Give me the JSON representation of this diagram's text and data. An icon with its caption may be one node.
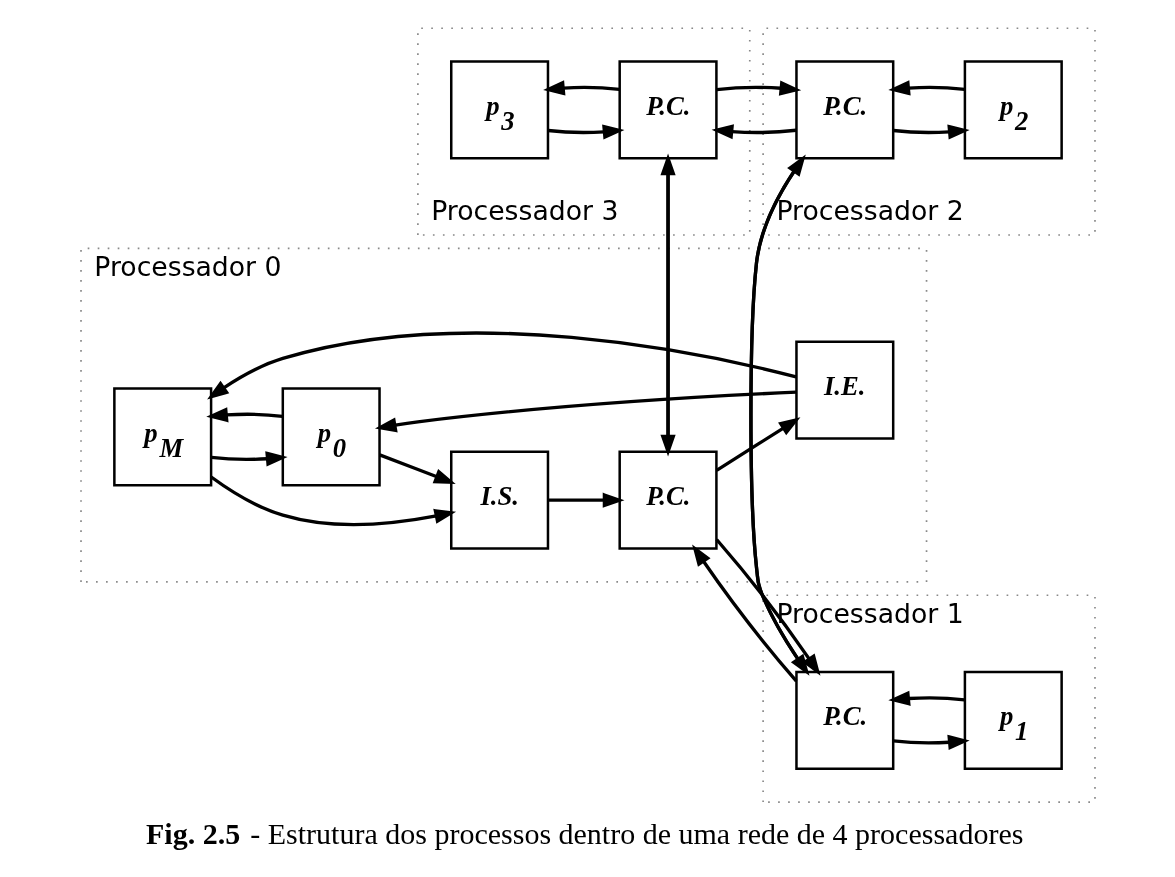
{
  "diagram": {
    "caption": "**Fig. 2.5** - Estrutura dos processos dentro de uma rede de 4 processadores",
    "nodes": [
      {
        "text": [
          "Processador 0"
        ]
      },
      {
        "text": [
          "p$_{M}$"
        ],
        "in": 0
      },
      {
        "text": [
          "I.E."
        ],
        "in": 0
      },
      {
        "text": [
          "p$_{0}$"
        ],
        "in": 0
      },
      {
        "text": [
          "I.S."
        ],
        "in": 0
      },
      {
        "text": [
          "P.C."
        ],
        "in": 0
      },
      {
        "text": [
          "Processador 1"
        ]
      },
      {
        "text": [
          "P.C."
        ],
        "in": 6
      },
      {
        "text": [
          "p$_{1}$"
        ],
        "in": 6
      },
      {
        "text": [
          "Processador 3"
        ]
      },
      {
        "text": [
          "p$_{3}$"
        ],
        "in": 9
      },
      {
        "text": [
          "P.C."
        ],
        "in": 9
      },
      {
        "text": [
          "Processador 2"
        ]
      },
      {
        "text": [
          "P.C."
        ],
        "in": 12
      },
      {
        "text": [
          "p$_{2}$"
        ],
        "in": 12
      }
    ],
    "edges": [
      {
        "from": 2,
        "to": 1,
        "arrow": "to"
      },
      {
        "from": 2,
        "to": 3,
        "arrow": "to"
      },
      {
        "from": 1,
        "to": 4,
        "arrow": "to"
      },
      {
        "from": 3,
        "to": 4,
        "arrow": "to"
      },
      {
        "from": 3,
        "to": 1,
        "arrow": "to"
      },
      {
        "from": 1,
        "to": 3,
        "arrow": "to"
      },
      {
        "from": 5,
        "to": 2,
        "arrow": "to"
      },
      {
        "from": 4,
        "to": 5,
        "arrow": "to"
      },
      {
        "from": 7,
        "to": 5,
        "arrow": "to"
      },
      {
        "from": 5,
        "to": 7,
        "arrow": "to"
      },
      {
        "from": 7,
        "to": 8,
        "arrow": "to"
      },
      {
        "from": 8,
        "to": 7,
        "arrow": "to"
      },
      {
        "from": 5,
        "to": 11,
        "arrow": "to"
      },
      {
        "from": 11,
        "to": 5,
        "arrow": "to"
      },
      {
        "from": 7,
        "to": 13,
        "arrow": "to"
      },
      {
        "from": 13,
        "to": 7,
        "arrow": "to"
      },
      {
        "from": 13,
        "to": 11,
        "arrow": "to"
      },
      {
        "from": 11,
        "to": 13,
        "arrow": "to"
      },
      {
        "from": 13,
        "to": 14,
        "arrow": "to"
      },
      {
        "from": 14,
        "to": 13,
        "arrow": "to"
      },
      {
        "from": 10,
        "to": 11,
        "arrow": "to"
      },
      {
        "from": 11,
        "to": 10,
        "arrow": "to"
      }
    ]
  }
}
